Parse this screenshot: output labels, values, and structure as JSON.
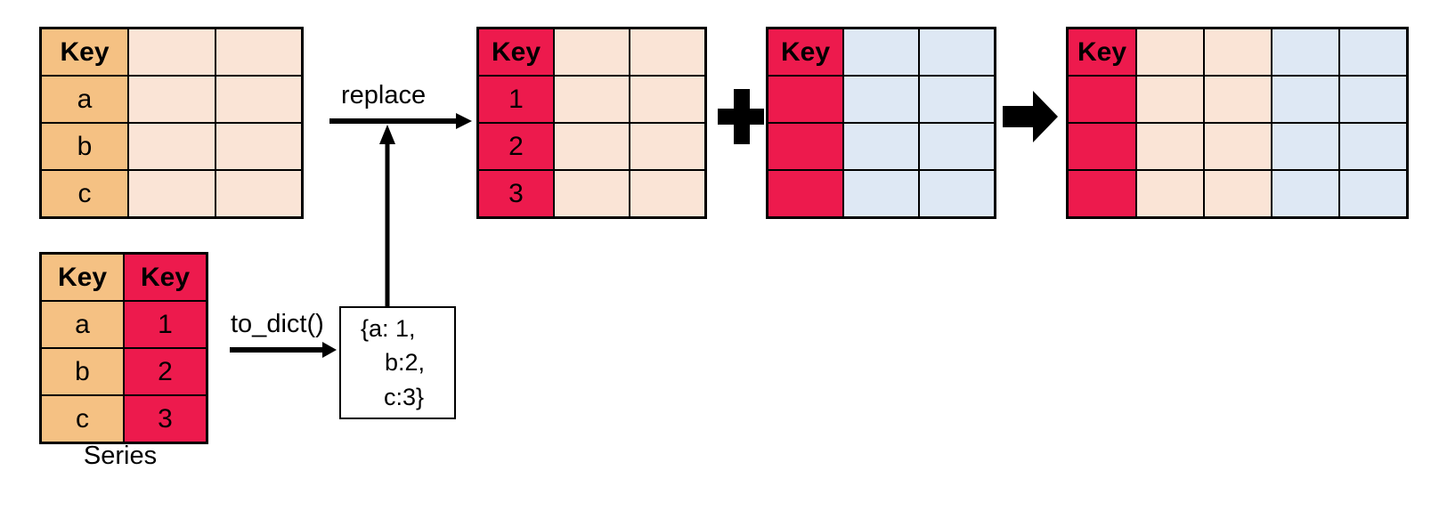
{
  "diagram": {
    "title": "Series.to_dict() replace and merge diagram",
    "colors": {
      "key_orange": "#F5C183",
      "key_red": "#ED1A4D",
      "body_peach": "#FAE4D6",
      "body_blue": "#DEE8F4",
      "border": "#000000",
      "background": "#FFFFFF"
    }
  },
  "table_source": {
    "name": "source-frame",
    "header": [
      "Key",
      "",
      ""
    ],
    "rows": [
      [
        "a",
        "",
        ""
      ],
      [
        "b",
        "",
        ""
      ],
      [
        "c",
        "",
        ""
      ]
    ]
  },
  "table_series": {
    "name": "series",
    "caption": "Series",
    "header": [
      "Key",
      "Key"
    ],
    "rows": [
      [
        "a",
        "1"
      ],
      [
        "b",
        "2"
      ],
      [
        "c",
        "3"
      ]
    ]
  },
  "table_replaced": {
    "name": "replaced-frame",
    "header": [
      "Key",
      "",
      ""
    ],
    "rows": [
      [
        "1",
        "",
        ""
      ],
      [
        "2",
        "",
        ""
      ],
      [
        "3",
        "",
        ""
      ]
    ]
  },
  "table_second": {
    "name": "second-frame",
    "header": [
      "Key",
      "",
      ""
    ],
    "rows": [
      [
        "",
        "",
        ""
      ],
      [
        "",
        "",
        ""
      ],
      [
        "",
        "",
        ""
      ]
    ]
  },
  "table_result": {
    "name": "result-frame",
    "header": [
      "Key",
      "",
      "",
      "",
      ""
    ],
    "rows": [
      [
        "",
        "",
        "",
        "",
        ""
      ],
      [
        "",
        "",
        "",
        "",
        ""
      ],
      [
        "",
        "",
        "",
        "",
        ""
      ]
    ]
  },
  "labels": {
    "replace": "replace",
    "to_dict": "to_dict()"
  },
  "dict_box": {
    "line1": "{a: 1,",
    "line2": "b:2,",
    "line3": "c:3}"
  },
  "operators": {
    "plus": "plus-sign",
    "result": "right-arrow"
  }
}
